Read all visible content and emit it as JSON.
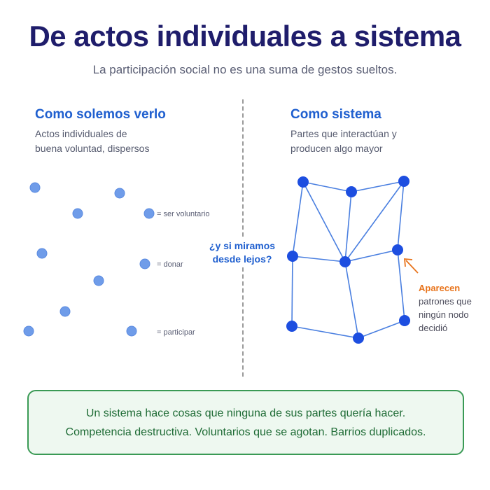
{
  "header": {
    "title": "De actos individuales a sistema",
    "subtitle": "La participación social no es una suma de gestos sueltos."
  },
  "left": {
    "title": "Como solemos verlo",
    "description_lines": [
      "Actos individuales de",
      "buena voluntad, dispersos"
    ],
    "labels": [
      "= ser voluntario",
      "= donar",
      "= participar"
    ]
  },
  "middle": {
    "question_lines": [
      "¿y si miramos",
      "desde lejos?"
    ]
  },
  "right": {
    "title": "Como sistema",
    "description_lines": [
      "Partes que interactúan y",
      "producen algo mayor"
    ],
    "annotation_highlight": "Aparecen",
    "annotation_lines": [
      "patrones que",
      "ningún nodo",
      "decidió"
    ]
  },
  "callout": {
    "line1": "Un  sistema hace cosas que ninguna de sus partes quería hacer.",
    "line2": "Competencia destructiva. Voluntarios que se agotan.  Barrios duplicados."
  },
  "colors": {
    "title": "#1f1d6b",
    "accent_blue": "#1f5fcf",
    "dot_light": "#6f9ce9",
    "node_dark": "#1d4ee0",
    "edge": "#4a7fe0",
    "annotation_orange": "#e8741c",
    "callout_green": "#1e6b35",
    "callout_border": "#3a9a55",
    "callout_bg": "#eef8f0"
  }
}
